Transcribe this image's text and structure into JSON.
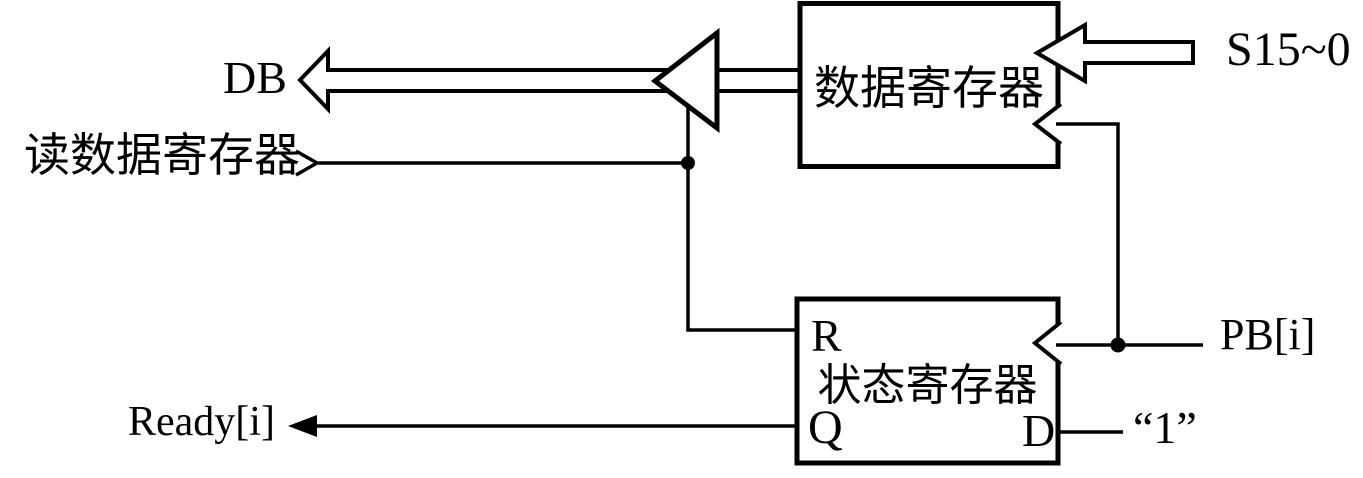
{
  "diagram": {
    "title": "data-register and status-register bus interface",
    "colors": {
      "background": "#ffffff",
      "line": "#000000"
    },
    "labels": {
      "db_bus": "DB",
      "read_data_register": "读数据寄存器",
      "ready_output": "Ready[i]",
      "s_bus_input": "S15~0",
      "pb_input": "PB[i]",
      "constant_one": "“1”",
      "data_register_box": "数据寄存器",
      "status_register_box": "状态寄存器",
      "r_pin": "R",
      "q_pin": "Q",
      "d_pin": "D"
    },
    "icons": [
      "tri-state-buffer-icon",
      "hollow-bus-arrow-left-icon",
      "hollow-bus-arrow-into-box-icon",
      "clock-edge-notch-icon",
      "solid-arrowhead-icon",
      "open-arrowhead-icon",
      "junction-dot-icon"
    ]
  }
}
